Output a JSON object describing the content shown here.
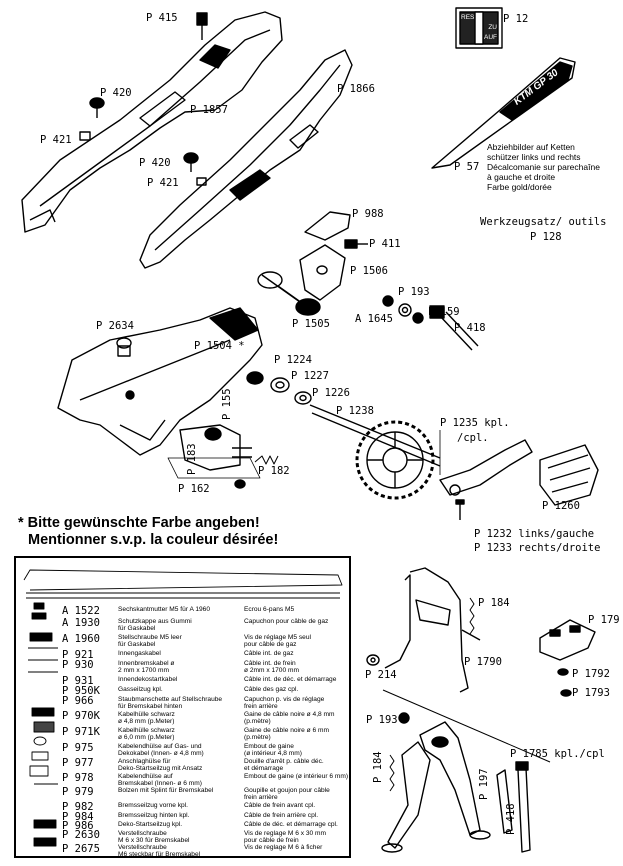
{
  "labels": {
    "p415": "P 415",
    "p420a": "P 420",
    "p421a": "P 421",
    "p1857": "P 1857",
    "p420b": "P 420",
    "p421b": "P 421",
    "p1866": "P 1866",
    "p12": "P 12",
    "p57": "P 57",
    "p988": "P 988",
    "p411": "P 411",
    "p1506": "P 1506",
    "p193a": "P 193",
    "a1645": "A 1645",
    "p159": "P 159",
    "p418a": "P 418",
    "p1505": "P 1505",
    "p2634": "P 2634",
    "p1504": "P 1504 *",
    "p1224": "P 1224",
    "p1227": "P 1227",
    "p1226": "P 1226",
    "p1238": "P 1238",
    "p155": "P 155",
    "p183": "P 183",
    "p182": "P 182",
    "p162": "P 162",
    "p1235": "P 1235 kpl.",
    "p1235b": "/cpl.",
    "p1260": "P 1260",
    "p1232": "P 1232 links/gauche",
    "p1233": "P 1233 rechts/droite",
    "p184a": "P 184",
    "p179": "P 179",
    "p214": "P 214",
    "p1790": "P 1790",
    "p1792": "P 1792",
    "p1793": "P 1793",
    "p193b": "P 193",
    "p1785": "P 1785 kpl./cpl",
    "p184b": "P 184",
    "p197": "P 197",
    "p418b": "P 418"
  },
  "decal_note": "Abziehbilder auf Ketten\nschützer links und rechts\nDécalcomanie sur parechaîne\nà gauche et droite\nFarbe gold/dorée",
  "decal_text": "KTM GP 30",
  "sticker_text": {
    "top": "RES",
    "mid": "ZU",
    "bot": "AUF"
  },
  "tools": {
    "line1": "Werkzeugsatz/ outils",
    "line2": "P 128"
  },
  "notice": {
    "line1": "* Bitte gewünschte Farbe angeben!",
    "line2": "Mentionner s.v.p. la couleur désirée!"
  },
  "parts": [
    {
      "no": "A 1522",
      "de": "Sechskantmutter M5 für A 1960",
      "fr": "Ecrou 6-pans M5"
    },
    {
      "no": "A 1930",
      "de": "Schutzkappe aus Gummi\nfür Gaskabel",
      "fr": "Capuchon pour câble de gaz"
    },
    {
      "no": "A 1960",
      "de": "Stellschraube M5 leer\nfür Gaskabel",
      "fr": "Vis de réglage M5 seul\npour câble de gaz"
    },
    {
      "no": "P 921",
      "de": "Innengaskabel",
      "fr": "Câble int. de gaz"
    },
    {
      "no": "P 930",
      "de": "Innenbremskabel ø\n2 mm x 1700 mm",
      "fr": "Câble int. de frein\nø 2mm x 1700 mm"
    },
    {
      "no": "P 931",
      "de": "Innendekostartkabel",
      "fr": "Câble int. de déc. et démarrage"
    },
    {
      "no": "P 950K",
      "de": "Gasseilzug kpl.",
      "fr": "Câble des gaz cpl."
    },
    {
      "no": "P 966",
      "de": "Staubmanschette auf Stellschraube\nfür Bremskabel hinten",
      "fr": "Capuchon p. vis de réglage\nfrein arrière"
    },
    {
      "no": "P 970K",
      "de": "Kabelhülle schwarz\nø 4,8 mm (p.Meter)",
      "fr": "Gaine de câble noire ø 4,8 mm\n(p.mètre)"
    },
    {
      "no": "P 971K",
      "de": "Kabelhülle schwarz\nø 6,0 mm (p.Meter)",
      "fr": "Gaine de câble noire ø 6 mm\n(p.mètre)"
    },
    {
      "no": "P 975",
      "de": "Kabelendhülse auf Gas- und\nDekokabel (Innen- ø 4,8 mm)",
      "fr": "Embout de gaine\n(ø intérieur 4,8 mm)"
    },
    {
      "no": "P 977",
      "de": "Anschlaghülse für\nDeko-Startseilzug mit Ansatz",
      "fr": "Douille d'arrêt p. câble déc.\net démarrage"
    },
    {
      "no": "P 978",
      "de": "Kabelendhülse auf\nBremskabel (Innen- ø 6 mm)",
      "fr": "Embout de gaine (ø intérieur 6 mm)"
    },
    {
      "no": "P 979",
      "de": "Bolzen mit Splint für Bremskabel",
      "fr": "Goupille et goujon pour câble\nfrein arrière"
    },
    {
      "no": "P 982",
      "de": "Bremsseilzug vorne kpl.",
      "fr": "Câble de frein avant cpl."
    },
    {
      "no": "P 984",
      "de": "Bremsseilzug hinten kpl.",
      "fr": "Câble de frein arrière cpl."
    },
    {
      "no": "P 986",
      "de": "Deko-Startseilzug kpl.",
      "fr": "Câble de déc. et démarrage cpl."
    },
    {
      "no": "P 2630",
      "de": "Verstellschraube\nM 6 x 30 für Bremskabel",
      "fr": "Vis de reglage M 6 x 30 mm\npour câble de frein"
    },
    {
      "no": "P 2675",
      "de": "Verstellschraube\nM6 steckbar für Bremskabel",
      "fr": "Vis de reglage M 6 à ficher"
    }
  ]
}
